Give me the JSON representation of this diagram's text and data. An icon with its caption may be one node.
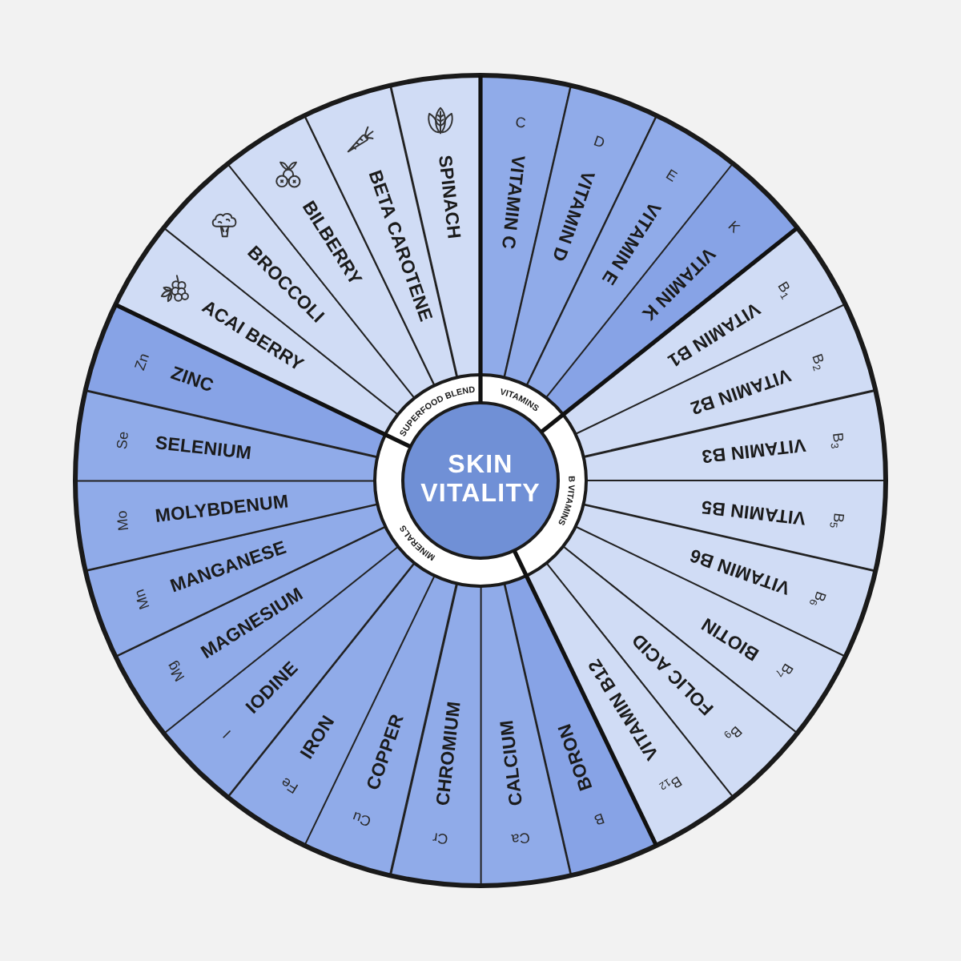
{
  "diagram": {
    "nodes": [
      {
        "text": [
          "SKIN VITALITY"
        ]
      },
      {
        "text": [
          "VITAMINS"
        ]
      },
      {
        "text": [
          "B VITAMINS"
        ]
      },
      {
        "text": [
          "MINERALS"
        ]
      },
      {
        "text": [
          "SUPERFOOD BLEND"
        ]
      },
      {
        "text": [
          "VITAMIN C",
          "C"
        ]
      },
      {
        "text": [
          "VITAMIN D",
          "D"
        ]
      },
      {
        "text": [
          "VITAMIN E",
          "E"
        ]
      },
      {
        "text": [
          "VITAMIN K",
          "K"
        ]
      },
      {
        "text": [
          "VITAMIN B1",
          "B$_{1}$"
        ]
      },
      {
        "text": [
          "VITAMIN B2",
          "B$_{2}$"
        ]
      },
      {
        "text": [
          "VITAMIN B3",
          "B$_{3}$"
        ]
      },
      {
        "text": [
          "VITAMIN B5",
          "B$_{5}$"
        ]
      },
      {
        "text": [
          "VITAMIN B6",
          "B$_{6}$"
        ]
      },
      {
        "text": [
          "BIOTIN",
          "B$_{7}$"
        ]
      },
      {
        "text": [
          "FOLIC ACID",
          "B$_{9}$"
        ]
      },
      {
        "text": [
          "VITAMIN B12",
          "B$_{12}$"
        ]
      },
      {
        "text": [
          "BORON",
          "B"
        ]
      },
      {
        "text": [
          "CALCIUM",
          "Ca"
        ]
      },
      {
        "text": [
          "CHROMIUM",
          "Cr"
        ]
      },
      {
        "text": [
          "COPPER",
          "Cu"
        ]
      },
      {
        "text": [
          "IRON",
          "Fe"
        ]
      },
      {
        "text": [
          "IODINE",
          "I"
        ]
      },
      {
        "text": [
          "MAGNESIUM",
          "Mg"
        ]
      },
      {
        "text": [
          "MANGANESE",
          "Mn"
        ]
      },
      {
        "text": [
          "MOLYBDENUM",
          "Mo"
        ]
      },
      {
        "text": [
          "SELENIUM",
          "Se"
        ]
      },
      {
        "text": [
          "ZINC",
          "Zn"
        ]
      },
      {
        "text": [
          "ACAI BERRY"
        ]
      },
      {
        "text": [
          "BROCCOLI"
        ]
      },
      {
        "text": [
          "BILBERRY"
        ]
      },
      {
        "text": [
          "BETA CAROTENE"
        ]
      },
      {
        "text": [
          "SPINACH"
        ]
      }
    ]
  }
}
